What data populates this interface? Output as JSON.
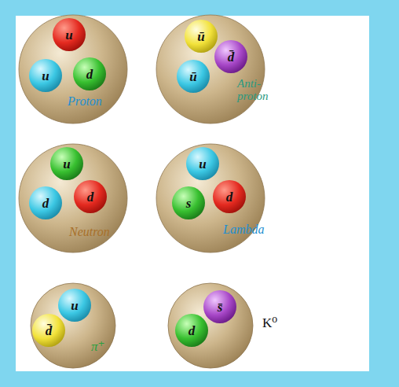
{
  "diagram": {
    "nodes": [
      {
        "text": [
          "Proton"
        ]
      },
      {
        "text": [
          "u"
        ],
        "in": 0
      },
      {
        "text": [
          "u"
        ],
        "in": 0
      },
      {
        "text": [
          "d"
        ],
        "in": 0
      },
      {
        "text": [
          "Anti- proton"
        ]
      },
      {
        "text": [
          "ū"
        ],
        "in": 4
      },
      {
        "text": [
          "ū"
        ],
        "in": 4
      },
      {
        "text": [
          "d̄"
        ],
        "in": 4
      },
      {
        "text": [
          "Neutron"
        ]
      },
      {
        "text": [
          "u"
        ],
        "in": 8
      },
      {
        "text": [
          "d"
        ],
        "in": 8
      },
      {
        "text": [
          "d"
        ],
        "in": 8
      },
      {
        "text": [
          "Lambda"
        ]
      },
      {
        "text": [
          "u"
        ],
        "in": 12
      },
      {
        "text": [
          "s"
        ],
        "in": 12
      },
      {
        "text": [
          "d"
        ],
        "in": 12
      },
      {
        "text": [
          "π⁺"
        ]
      },
      {
        "text": [
          "d̄"
        ],
        "in": 16
      },
      {
        "text": [
          "u"
        ],
        "in": 16
      },
      {
        "text": [
          "K⁰"
        ]
      },
      {
        "text": [
          "d"
        ],
        "in": 19
      },
      {
        "text": [
          "s̄"
        ],
        "in": 19
      }
    ]
  }
}
